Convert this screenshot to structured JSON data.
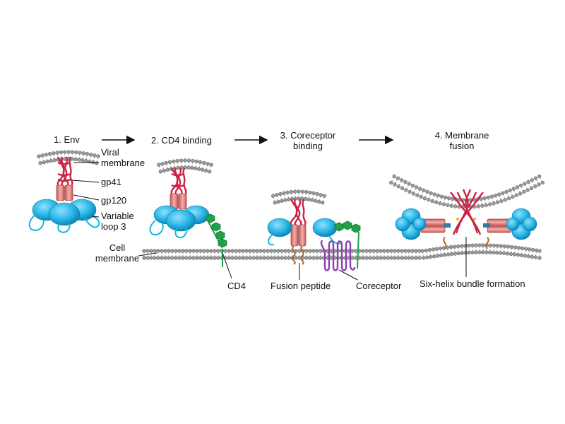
{
  "steps": {
    "s1": "1. Env",
    "s2": "2. CD4 binding",
    "s3_line1": "3. Coreceptor",
    "s3_line2": "binding",
    "s4_line1": "4. Membrane",
    "s4_line2": "fusion"
  },
  "labels": {
    "viral_membrane_1": "Viral",
    "viral_membrane_2": "membrane",
    "gp41": "gp41",
    "gp120": "gp120",
    "variable_loop_1": "Variable",
    "variable_loop_2": "loop 3",
    "cell_membrane_1": "Cell",
    "cell_membrane_2": "membrane",
    "cd4": "CD4",
    "fusion_peptide": "Fusion peptide",
    "coreceptor": "Coreceptor",
    "six_helix": "Six-helix bundle formation"
  },
  "colors": {
    "gp120": "#29b6e6",
    "gp120_dark": "#0d86b8",
    "gp41_helix": "#cc2244",
    "gp41_cylinder": "#e9928f",
    "cd4": "#22a04a",
    "coreceptor": "#8e3fb0",
    "fusion_peptide": "#a0692a",
    "membrane_head": "#9a9a9a",
    "loop": "#10b8e0"
  }
}
